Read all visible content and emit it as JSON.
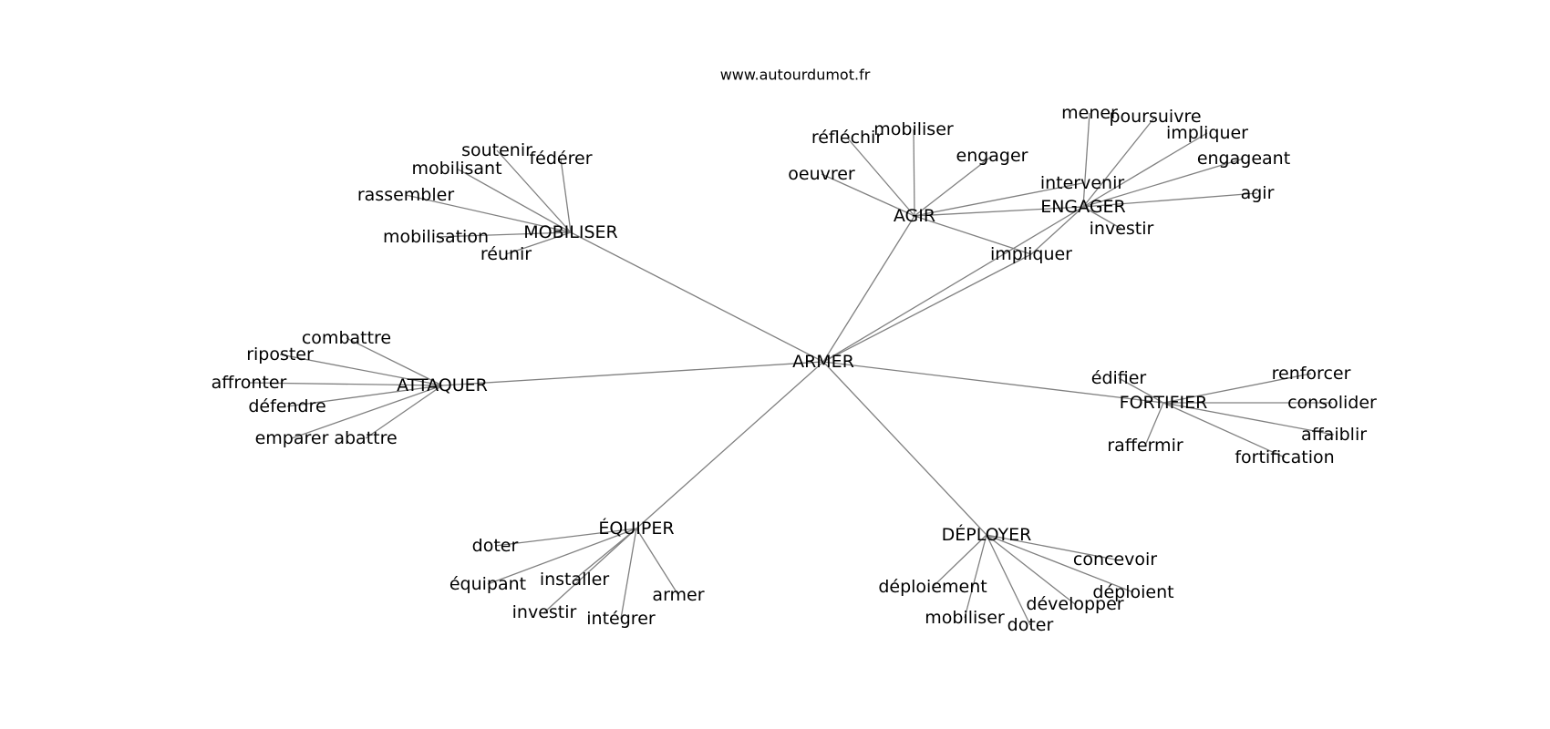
{
  "credit": "www.autourdumot.fr",
  "graph": {
    "center": "ARMER",
    "hubs": [
      {
        "id": "MOBILISER",
        "leaves": [
          "soutenir",
          "fédérer",
          "mobilisant",
          "rassembler",
          "mobilisation",
          "réunir"
        ]
      },
      {
        "id": "AGIR",
        "leaves": [
          "réfléchir",
          "mobiliser",
          "engager",
          "oeuvrer",
          "intervenir",
          "impliquer"
        ]
      },
      {
        "id": "ENGAGER",
        "leaves": [
          "mener",
          "poursuivre",
          "impliquer",
          "engageant",
          "agir",
          "investir",
          "impliquer"
        ]
      },
      {
        "id": "ATTAQUER",
        "leaves": [
          "combattre",
          "riposter",
          "affronter",
          "défendre",
          "emparer",
          "abattre"
        ]
      },
      {
        "id": "FORTIFIER",
        "leaves": [
          "édifier",
          "renforcer",
          "consolider",
          "affaiblir",
          "raffermir",
          "fortification"
        ]
      },
      {
        "id": "ÉQUIPER",
        "leaves": [
          "doter",
          "équipant",
          "installer",
          "investir",
          "intégrer",
          "armer"
        ]
      },
      {
        "id": "DÉPLOYER",
        "leaves": [
          "concevoir",
          "déploiement",
          "déploient",
          "développer",
          "mobiliser",
          "doter"
        ]
      }
    ]
  }
}
